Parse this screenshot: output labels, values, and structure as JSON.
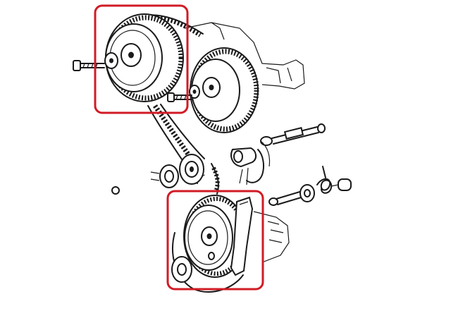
{
  "figure": {
    "parts": [
      "camshaft-sprocket-left",
      "camshaft-sprocket-right",
      "timing-belt",
      "belt-tensioner",
      "crankshaft-sprocket",
      "intermediate-pulley",
      "tensioner-spring",
      "tensioner-rod",
      "bolt"
    ],
    "highlights": [
      {
        "id": "camshaft-sprocket-highlight",
        "color": "#d11b25"
      },
      {
        "id": "crankshaft-sprocket-highlight",
        "color": "#d11b25"
      }
    ]
  },
  "colors": {
    "ink": "#1a1a1a",
    "highlight": "#d11b25",
    "background": "#ffffff"
  }
}
